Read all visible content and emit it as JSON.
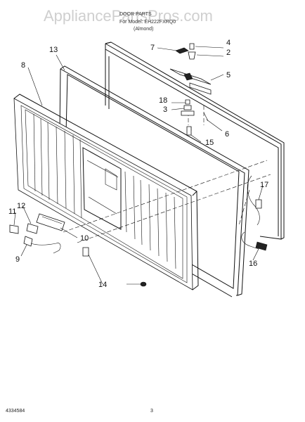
{
  "watermark": "AppliancePartsPros.com",
  "header": {
    "title": "DOOR PARTS",
    "model": "For Model: EH222FXRQ0",
    "color": "(Almond)"
  },
  "callouts": [
    "2",
    "3",
    "4",
    "5",
    "6",
    "7",
    "8",
    "9",
    "10",
    "11",
    "12",
    "13",
    "14",
    "15",
    "16",
    "17",
    "18"
  ],
  "footer": {
    "part_number": "4334584",
    "page": "3"
  }
}
